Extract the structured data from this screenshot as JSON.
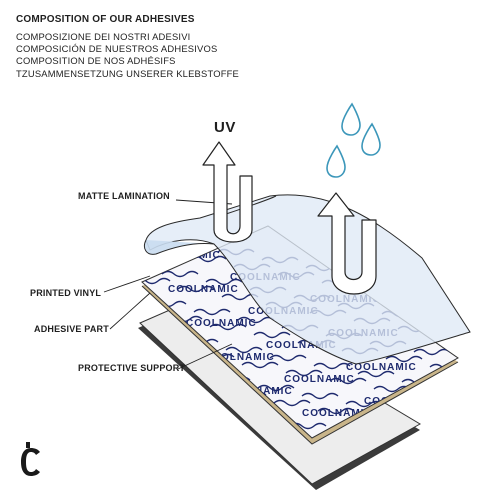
{
  "header": {
    "title": "COMPOSITION OF OUR ADHESIVES",
    "lines": [
      "COMPOSIZIONE DEI NOSTRI ADESIVI",
      "COMPOSICIÓN DE NUESTROS ADHESIVOS",
      "COMPOSITION DE NOS ADHÉSIFS",
      "TZUSAMMENSETZUNG UNSERER KLEBSTOFFE"
    ]
  },
  "labels": {
    "matte_lamination": "MATTE LAMINATION",
    "printed_vinyl": "PRINTED VINYL",
    "adhesive_part": "ADHESIVE PART",
    "protective_support": "PROTECTIVE SUPPORT",
    "uv": "UV"
  },
  "brand": {
    "pattern_text": "COOLNAMIC",
    "ink_color": "#1e2a6e",
    "water_color": "#5aa9c8",
    "film_color": "#dfe9f6"
  },
  "icons": [
    "up-arrow-icon",
    "water-drop-icon",
    "u-turn-arrow-icon",
    "brand-logo-icon"
  ]
}
